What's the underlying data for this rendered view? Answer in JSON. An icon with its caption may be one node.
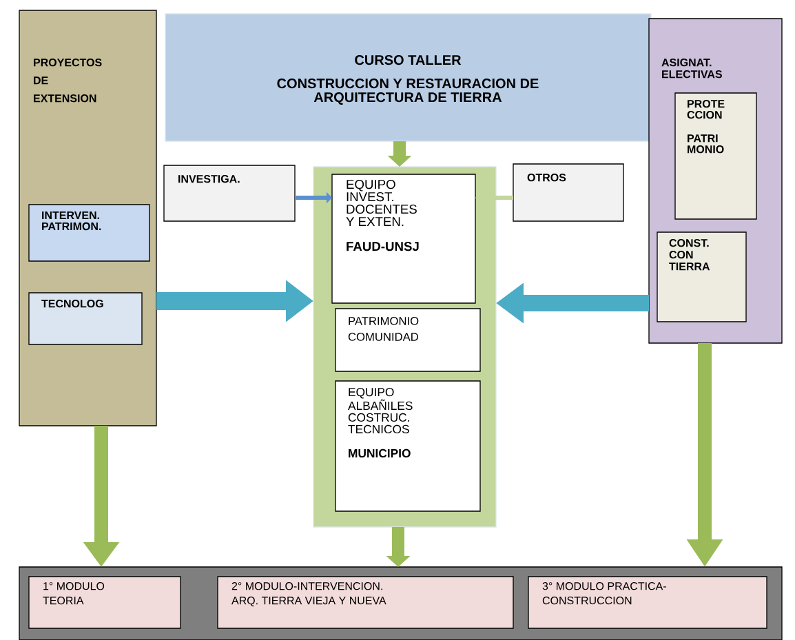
{
  "diagram": {
    "nodes": [
      {
        "text": [
          "PROYECTOS DE EXTENSION"
        ]
      },
      {
        "text": [
          "INTERVEN. PATRIMON."
        ],
        "in": 0
      },
      {
        "text": [
          "TECNOLOG"
        ],
        "in": 0
      },
      {
        "text": [
          "CURSO TALLER",
          "CONSTRUCCION Y RESTAURACION DE ARQUITECTURA DE TIERRA"
        ]
      },
      {
        "text": [
          "ASIGNAT. ELECTIVAS"
        ]
      },
      {
        "text": [
          "PROTE CCION",
          "PATRI MONIO"
        ],
        "in": 4
      },
      {
        "text": [
          "CONST. CON TIERRA"
        ],
        "in": 4
      },
      {
        "text": [
          "INVESTIGA."
        ]
      },
      {
        "text": [],
        "shape": "box"
      },
      {
        "text": [
          "EQUIPO INVEST. DOCENTES Y EXTEN.",
          "FAUD-UNSJ"
        ],
        "in": 8
      },
      {
        "text": [
          "PATRIMONIO COMUNIDAD"
        ],
        "in": 8
      },
      {
        "text": [
          "EQUIPO ALBAÑILES COSTRUC. TECNICOS",
          "MUNICIPIO"
        ],
        "in": 8
      },
      {
        "text": [
          "OTROS"
        ]
      },
      {
        "text": [],
        "shape": "box"
      },
      {
        "text": [
          "1° MODULO TEORIA"
        ],
        "in": 13
      },
      {
        "text": [
          "2° MODULO-INTERVENCION. ARQ. TIERRA VIEJA Y NUEVA"
        ],
        "in": 13
      },
      {
        "text": [
          "3° MODULO PRACTICA- CONSTRUCCION"
        ],
        "in": 13
      }
    ],
    "edges": [
      {
        "from": 3,
        "to": 8,
        "arrow": "to"
      },
      {
        "from": 7,
        "to": 9,
        "arrow": "to",
        "color": "#5b8fd0"
      },
      {
        "from": 12,
        "to": 9,
        "arrow": "to",
        "color": "#c3d69b"
      },
      {
        "from": 0,
        "to": 8,
        "arrow": "to",
        "color": "#4bacc6"
      },
      {
        "from": 4,
        "to": 8,
        "arrow": "to",
        "color": "#4bacc6"
      },
      {
        "from": 0,
        "to": 13,
        "arrow": "to"
      },
      {
        "from": 8,
        "to": 13,
        "arrow": "to"
      },
      {
        "from": 4,
        "to": 13,
        "arrow": "to"
      }
    ]
  }
}
